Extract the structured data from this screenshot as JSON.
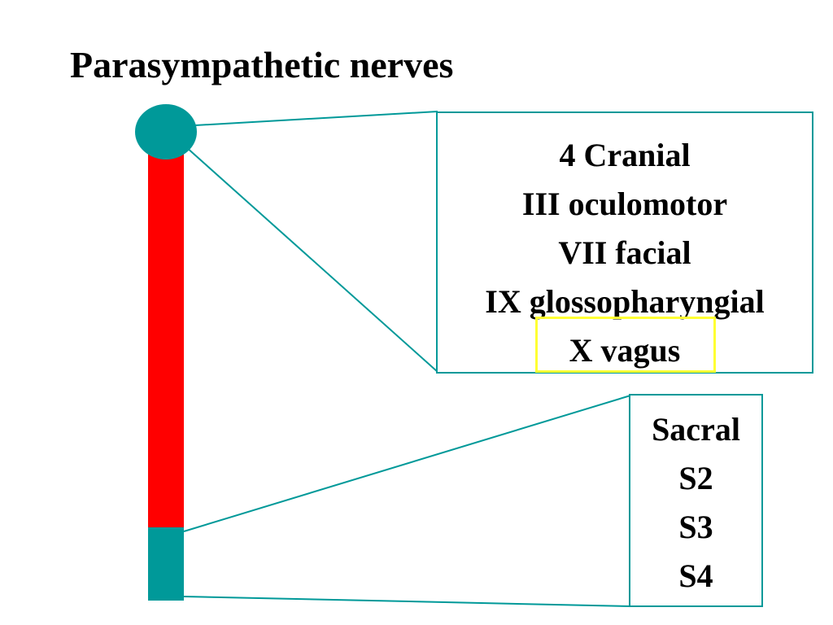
{
  "title": "Parasympathetic nerves",
  "cranial": {
    "lines": [
      "4 Cranial",
      "III oculomotor",
      "VII facial",
      "IX glossopharyngial",
      "X vagus"
    ]
  },
  "sacral": {
    "lines": [
      "Sacral",
      "S2",
      "S3",
      "S4"
    ]
  },
  "colors": {
    "spinal_cord": "#ff0000",
    "brain_node": "#009999",
    "sacral_segment": "#009999",
    "connector": "#009999",
    "box_border": "#009999",
    "highlight": "#ffff33"
  }
}
